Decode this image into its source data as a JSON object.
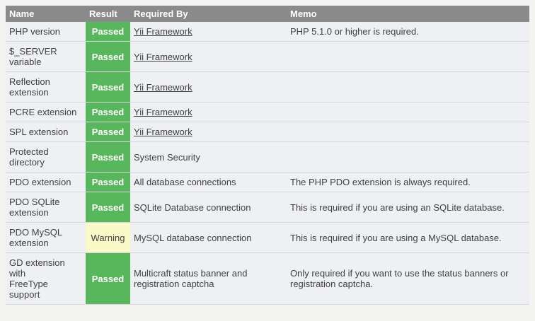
{
  "colors": {
    "page_bg": "#f4f4f2",
    "row_bg": "#eef0f4",
    "header_bg": "#8a8a8a",
    "header_text": "#ffffff",
    "border": "#d5d7db",
    "passed_bg": "#58b65c",
    "passed_text": "#ffffff",
    "warning_bg": "#fafac8",
    "warning_text": "#3f3f3f",
    "text": "#404040"
  },
  "table": {
    "headers": [
      "Name",
      "Result",
      "Required By",
      "Memo"
    ],
    "rows": [
      {
        "name": "PHP version",
        "result": "Passed",
        "status": "passed",
        "required_by": "Yii Framework",
        "memo": "PHP 5.1.0 or higher is required."
      },
      {
        "name": "$_SERVER variable",
        "result": "Passed",
        "status": "passed",
        "required_by": "Yii Framework",
        "memo": ""
      },
      {
        "name": "Reflection extension",
        "result": "Passed",
        "status": "passed",
        "required_by": "Yii Framework",
        "memo": ""
      },
      {
        "name": "PCRE extension",
        "result": "Passed",
        "status": "passed",
        "required_by": "Yii Framework",
        "memo": ""
      },
      {
        "name": "SPL extension",
        "result": "Passed",
        "status": "passed",
        "required_by": "Yii Framework",
        "memo": ""
      },
      {
        "name": "Protected directory",
        "result": "Passed",
        "status": "passed",
        "required_by": "System Security",
        "memo": ""
      },
      {
        "name": "PDO extension",
        "result": "Passed",
        "status": "passed",
        "required_by": "All database connections",
        "memo": "The PHP PDO extension is always required."
      },
      {
        "name": "PDO SQLite extension",
        "result": "Passed",
        "status": "passed",
        "required_by": "SQLite Database connection",
        "memo": "This is required if you are using an SQLite database."
      },
      {
        "name": "PDO MySQL extension",
        "result": "Warning",
        "status": "warning",
        "required_by": "MySQL database connection",
        "memo": "This is required if you are using a MySQL database."
      },
      {
        "name": "GD extension with FreeType support",
        "result": "Passed",
        "status": "passed",
        "required_by": "Multicraft status banner and registration captcha",
        "memo": "Only required if you want to use the status banners or registration captcha."
      }
    ]
  }
}
